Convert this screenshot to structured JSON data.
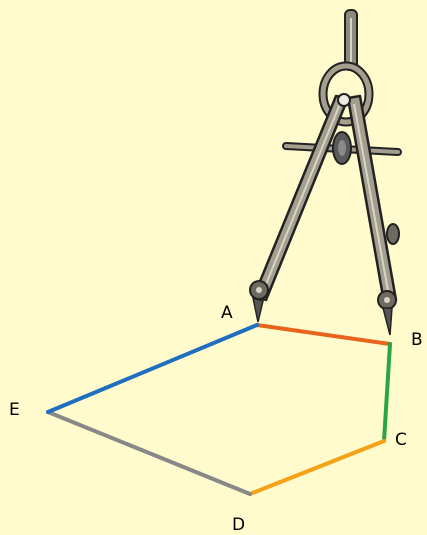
{
  "background_color": "#FFFBCC",
  "points": {
    "A": {
      "label": "A"
    },
    "B": {
      "label": "B"
    },
    "C": {
      "label": "C"
    },
    "D": {
      "label": "D"
    },
    "E": {
      "label": "E"
    }
  },
  "segments": [
    {
      "from": "A",
      "to": "B",
      "color": "#E8641C"
    },
    {
      "from": "B",
      "to": "C",
      "color": "#2AA544"
    },
    {
      "from": "C",
      "to": "D",
      "color": "#F5A21A"
    },
    {
      "from": "D",
      "to": "E",
      "color": "#888888"
    },
    {
      "from": "E",
      "to": "A",
      "color": "#1E6FC0"
    }
  ],
  "compass": {
    "metal_color": "#A39E8E",
    "dark_color": "#4A4A4A",
    "icon": "drawing-compass-icon"
  }
}
